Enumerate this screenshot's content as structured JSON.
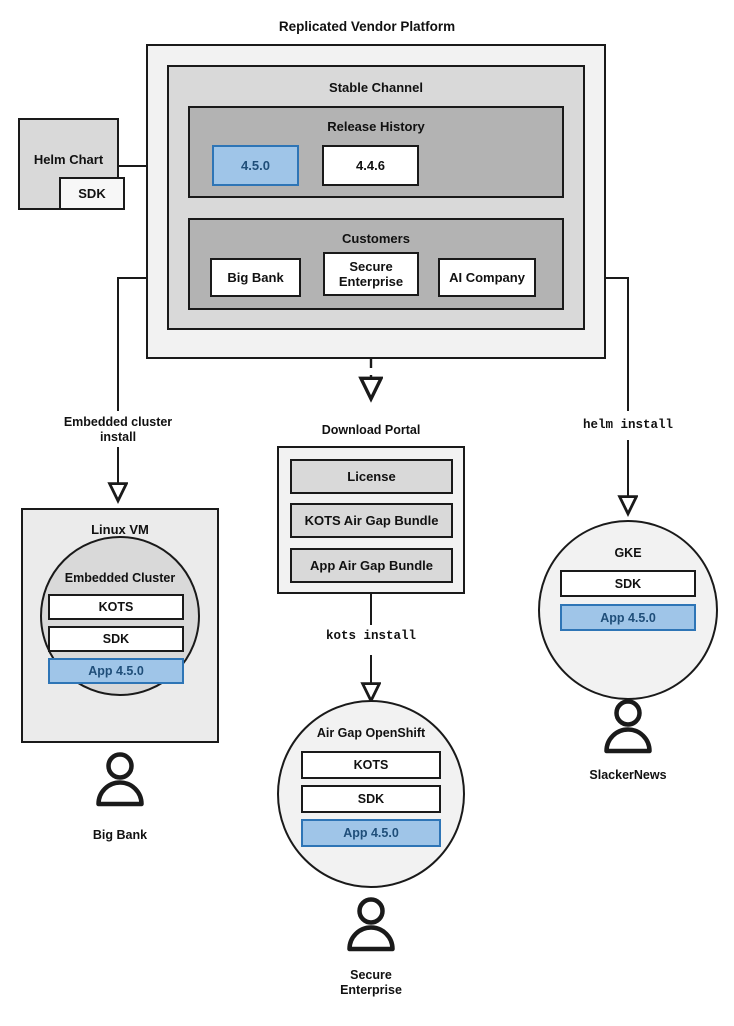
{
  "diagram": {
    "title": "Replicated Vendor Platform",
    "platform": {
      "stable_channel": {
        "label": "Stable Channel",
        "release_history": {
          "label": "Release History",
          "releases": [
            {
              "version": "4.5.0",
              "state": "current"
            },
            {
              "version": "4.4.6",
              "state": "previous"
            }
          ]
        },
        "customers": {
          "label": "Customers",
          "items": [
            {
              "name": "Big Bank"
            },
            {
              "name": "Secure\nEnterprise",
              "line1": "Secure",
              "line2": "Enterprise"
            },
            {
              "name": "AI Company"
            }
          ]
        }
      }
    },
    "helm_chart": {
      "label": "Helm Chart",
      "sdk_label": "SDK"
    },
    "download_portal": {
      "label": "Download Portal",
      "items": [
        {
          "label": "License"
        },
        {
          "label": "KOTS Air Gap Bundle"
        },
        {
          "label": "App Air Gap Bundle"
        }
      ]
    },
    "install_labels": {
      "embedded_cluster_line1": "Embedded cluster",
      "embedded_cluster_line2": "install",
      "kots_install": "kots install",
      "helm_install": "helm install"
    },
    "targets": [
      {
        "id": "linux-vm",
        "outer_label": "Linux VM",
        "inner_label": "Embedded Cluster",
        "components": [
          {
            "label": "KOTS",
            "style": "white"
          },
          {
            "label": "SDK",
            "style": "white"
          },
          {
            "label": "App 4.5.0",
            "style": "blue"
          }
        ],
        "customer": "Big Bank"
      },
      {
        "id": "air-gap-openshift",
        "outer_label": "Air Gap OpenShift",
        "components": [
          {
            "label": "KOTS",
            "style": "white"
          },
          {
            "label": "SDK",
            "style": "white"
          },
          {
            "label": "App 4.5.0",
            "style": "blue"
          }
        ],
        "customer_line1": "Secure",
        "customer_line2": "Enterprise"
      },
      {
        "id": "gke",
        "outer_label": "GKE",
        "components": [
          {
            "label": "SDK",
            "style": "white"
          },
          {
            "label": "App 4.5.0",
            "style": "blue"
          }
        ],
        "customer": "SlackerNews"
      }
    ],
    "colors": {
      "stroke": "#1a1a1a",
      "blue_fill": "#9fc5e8",
      "blue_stroke": "#2e75b6",
      "blue_text": "#1f4e79",
      "shade_outer": "#f2f2f2",
      "shade_mid": "#d9d9d9",
      "shade_inner": "#b3b3b3"
    }
  }
}
